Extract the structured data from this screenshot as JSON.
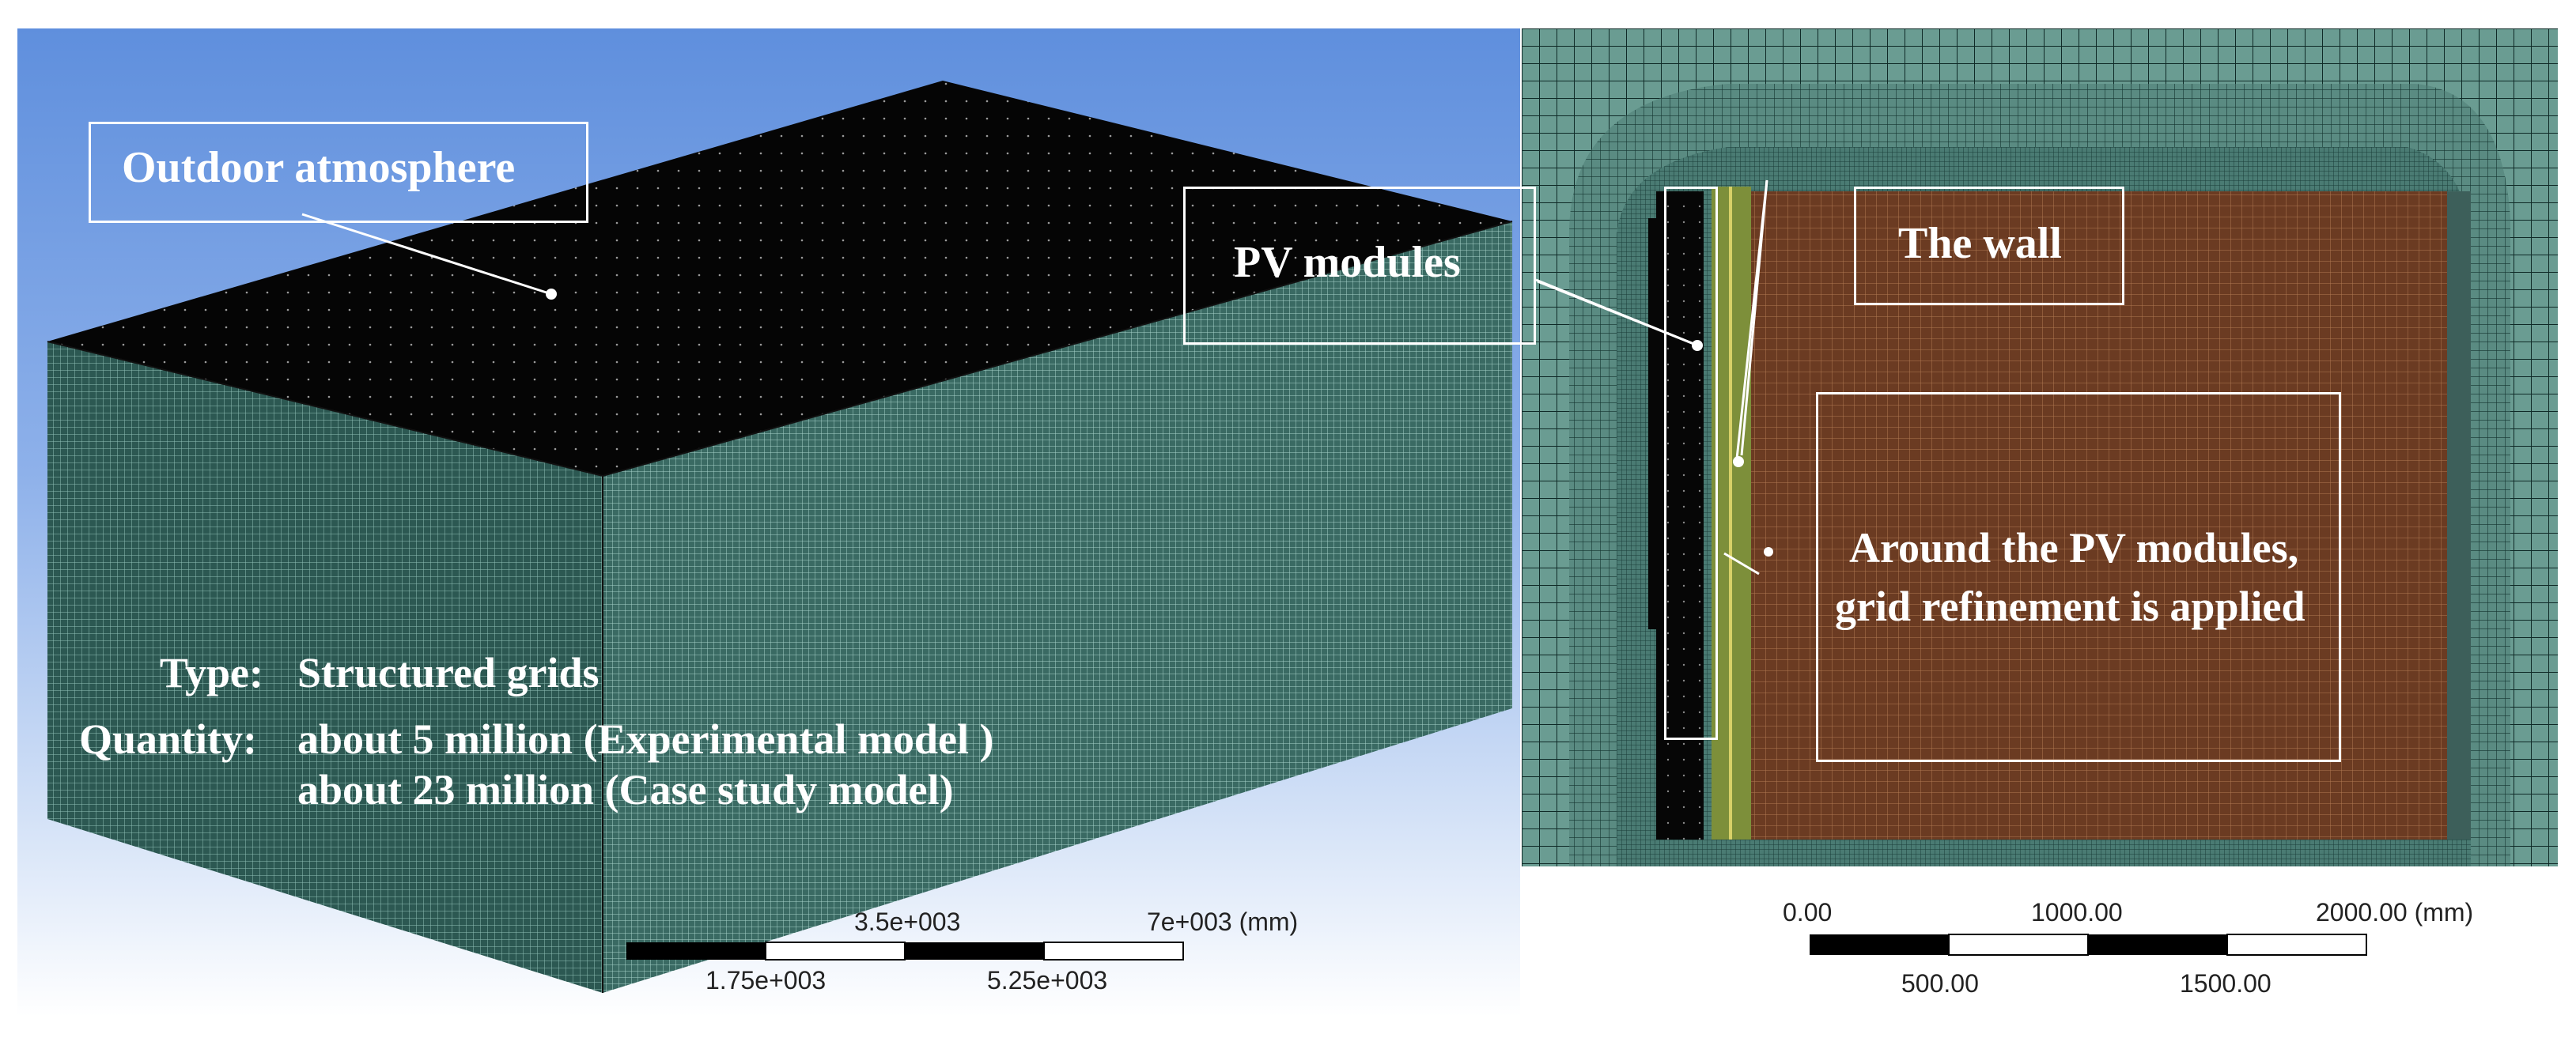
{
  "left_view": {
    "callout_outdoor": "Outdoor atmosphere",
    "type_key": "Type:",
    "type_value": "Structured grids",
    "quantity_key": "Quantity:",
    "quantity_line1": "about 5 million (Experimental model )",
    "quantity_line2": "about 23 million (Case study model)",
    "scale_bar": {
      "top_labels": [
        "3.5e+003",
        "7e+003 (mm)"
      ],
      "bottom_labels": [
        "1.75e+003",
        "5.25e+003"
      ]
    }
  },
  "right_view": {
    "callout_pv": "PV modules",
    "callout_wall": "The wall",
    "callout_refine_line1": "Around the PV modules,",
    "callout_refine_line2": "grid refinement is applied",
    "scale_bar": {
      "top_labels": [
        "0.00",
        "1000.00",
        "2000.00 (mm)"
      ],
      "bottom_labels": [
        "500.00",
        "1500.00"
      ]
    }
  },
  "colors": {
    "mesh_teal": "#2f5e58",
    "mesh_light": "#6a9c92",
    "top_face": "#050505",
    "refined_orange": "#6b3b22",
    "sky_top": "#5f8fdd",
    "callout_white": "#ffffff"
  }
}
